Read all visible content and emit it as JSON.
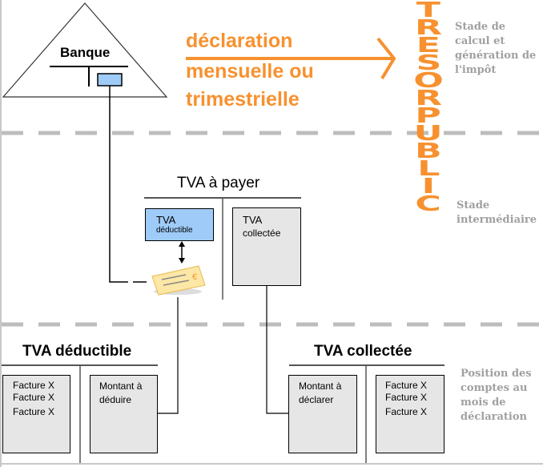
{
  "bank": {
    "label": "Banque"
  },
  "declaration": {
    "lines": [
      "déclaration",
      "mensuelle ou",
      "trimestrielle"
    ]
  },
  "tresor_public": {
    "letters": [
      "T",
      "R",
      "E",
      "S",
      "O",
      "R",
      "P",
      "U",
      "B",
      "L",
      "I",
      "C"
    ]
  },
  "stages": {
    "top": [
      "Stade de",
      "calcul et",
      "génération de",
      "l'impôt"
    ],
    "middle": [
      "Stade",
      "intermédiaire"
    ],
    "bottom": [
      "Position des",
      "comptes au",
      "mois de",
      "déclaration"
    ]
  },
  "tva_a_payer": {
    "title": "TVA à payer",
    "left_box": {
      "line1": "TVA",
      "line2": "déductible"
    },
    "right_box": {
      "line1": "TVA",
      "line2": "collectée"
    }
  },
  "tva_deductible": {
    "title": "TVA déductible",
    "left_box": [
      "Facture X",
      "Facture X",
      "Facture X"
    ],
    "right_box": [
      "Montant à",
      "déduire"
    ]
  },
  "tva_collectee": {
    "title": "TVA collectée",
    "left_box": [
      "Montant à",
      "déclarer"
    ],
    "right_box": [
      "Facture X",
      "Facture X",
      "Facture X"
    ]
  },
  "colors": {
    "orange": "#f7912f",
    "blue_box": "#9fcbf8",
    "gray_box": "#e6e6e6",
    "stage_text": "#a0a0a0",
    "dash": "#bdbdbd"
  }
}
